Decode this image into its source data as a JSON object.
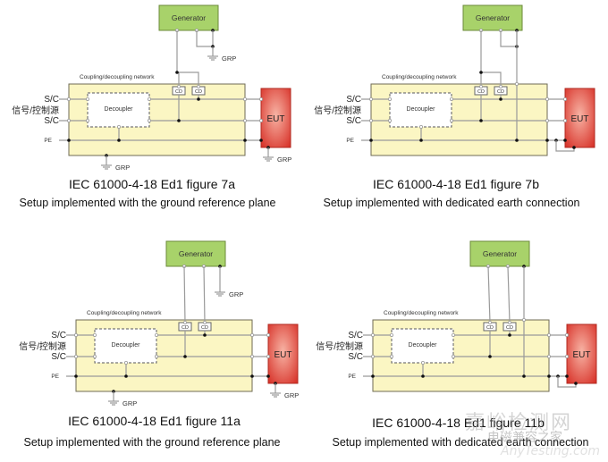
{
  "colors": {
    "generator_fill": "#a8d26a",
    "generator_stroke": "#6b8a3a",
    "cdn_fill": "#fbf6c3",
    "cdn_stroke": "#6f6b55",
    "eut_fill_center": "#f7b3a4",
    "eut_fill_edge": "#d8332a",
    "wire": "#9a9a9a",
    "node": "#111111"
  },
  "labels": {
    "generator": "Generator",
    "cdn": "Coupling/decoupling network",
    "decoupler": "Decoupler",
    "cd": "CD",
    "eut": "EUT",
    "grp": "GRP",
    "sc": "S/C",
    "signal_source": "信号/控制源",
    "pe": "PE"
  },
  "figures": [
    {
      "id": "7a",
      "title": "IEC 61000-4-18 Ed1 figure 7a",
      "subtitle": "Setup implemented with the ground reference plane",
      "variant": "grp"
    },
    {
      "id": "7b",
      "title": "IEC 61000-4-18 Ed1 figure 7b",
      "subtitle": "Setup implemented with dedicated earth connection",
      "variant": "earth"
    },
    {
      "id": "11a",
      "title": "IEC 61000-4-18 Ed1 figure 11a",
      "subtitle": "Setup implemented with the ground reference plane",
      "variant": "grp"
    },
    {
      "id": "11b",
      "title": "IEC 61000-4-18 Ed1 figure 11b",
      "subtitle": "Setup implemented with dedicated earth connection",
      "variant": "earth"
    }
  ],
  "watermark": {
    "line1": "嘉峪检测网",
    "line2": "电磁兼容之家",
    "line3": "AnyTesting.com"
  }
}
